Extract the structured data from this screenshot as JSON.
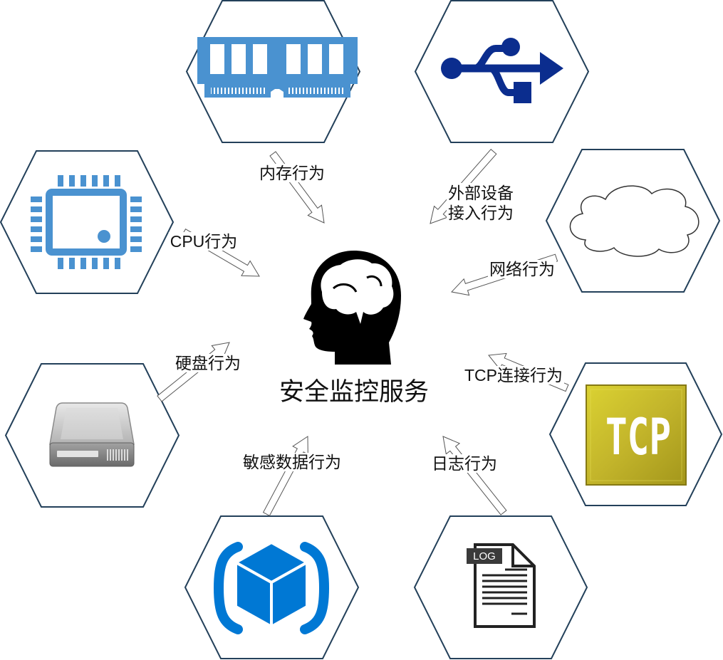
{
  "center": {
    "title": "安全监控服务",
    "icon": "head-brain-icon"
  },
  "nodes": {
    "memory": {
      "label": "内存行为",
      "icon": "ram-memory-icon"
    },
    "usb": {
      "label_lines": [
        "外部设备",
        "接入行为"
      ],
      "icon": "usb-icon"
    },
    "cpu": {
      "label": "CPU行为",
      "icon": "cpu-chip-icon"
    },
    "network": {
      "label": "网络行为",
      "icon": "cloud-icon"
    },
    "disk": {
      "label": "硬盘行为",
      "icon": "hard-disk-icon"
    },
    "tcp": {
      "label": "TCP连接行为",
      "icon": "tcp-icon",
      "icon_text": "TCP"
    },
    "data": {
      "label": "敏感数据行为",
      "icon": "cube-package-icon"
    },
    "log": {
      "label": "日志行为",
      "icon": "log-file-icon",
      "icon_text": "LOG"
    }
  },
  "colors": {
    "hexagon-stroke": "#23405a",
    "arrow-stroke": "#555555",
    "chip-blue": "#4a92d0",
    "usb-navy": "#0b2d8e",
    "cube-blue": "#0078d4",
    "tcp-gold": "#c3b52b"
  }
}
